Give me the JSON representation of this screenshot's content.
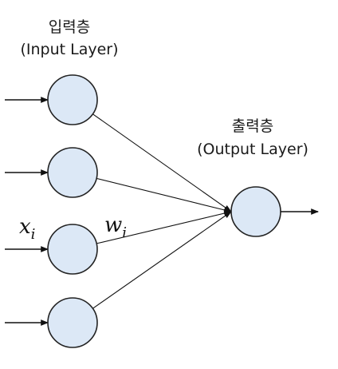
{
  "input_layer": {
    "title_line1": "입력층",
    "title_line2": "(Input Layer)",
    "node_count": 4
  },
  "output_layer": {
    "title_line1": "출력층",
    "title_line2": "(Output Layer)",
    "node_count": 1
  },
  "math_labels": {
    "input_var": "x",
    "input_sub": "i",
    "weight_var": "w",
    "weight_sub": "i"
  },
  "colors": {
    "node_fill": "#dce8f6",
    "node_stroke": "#222222",
    "line": "#111111"
  }
}
